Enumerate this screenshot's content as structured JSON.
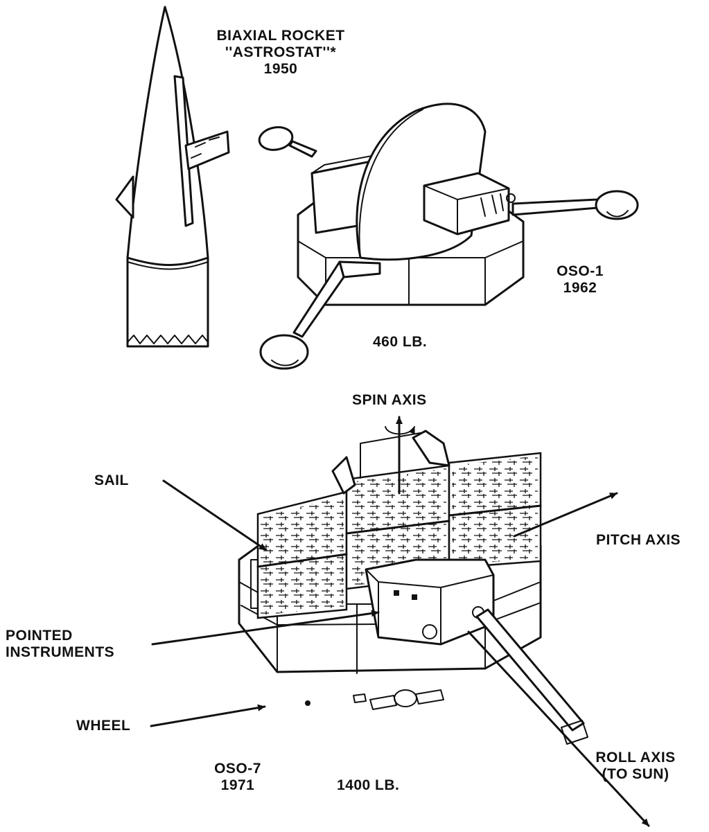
{
  "labels": {
    "rocket_line1": "BIAXIAL ROCKET",
    "rocket_line2": "''ASTROSTAT''*",
    "rocket_line3": "1950",
    "oso1_line1": "OSO-1",
    "oso1_line2": "1962",
    "oso1_weight": "460 LB.",
    "spin_axis": "SPIN AXIS",
    "sail": "SAIL",
    "pitch_axis": "PITCH AXIS",
    "pointed_line1": "POINTED",
    "pointed_line2": "INSTRUMENTS",
    "wheel": "WHEEL",
    "oso7_line1": "OSO-7",
    "oso7_line2": "1971",
    "oso7_weight": "1400 LB.",
    "roll_line1": "ROLL AXIS",
    "roll_line2": "(TO SUN)"
  }
}
